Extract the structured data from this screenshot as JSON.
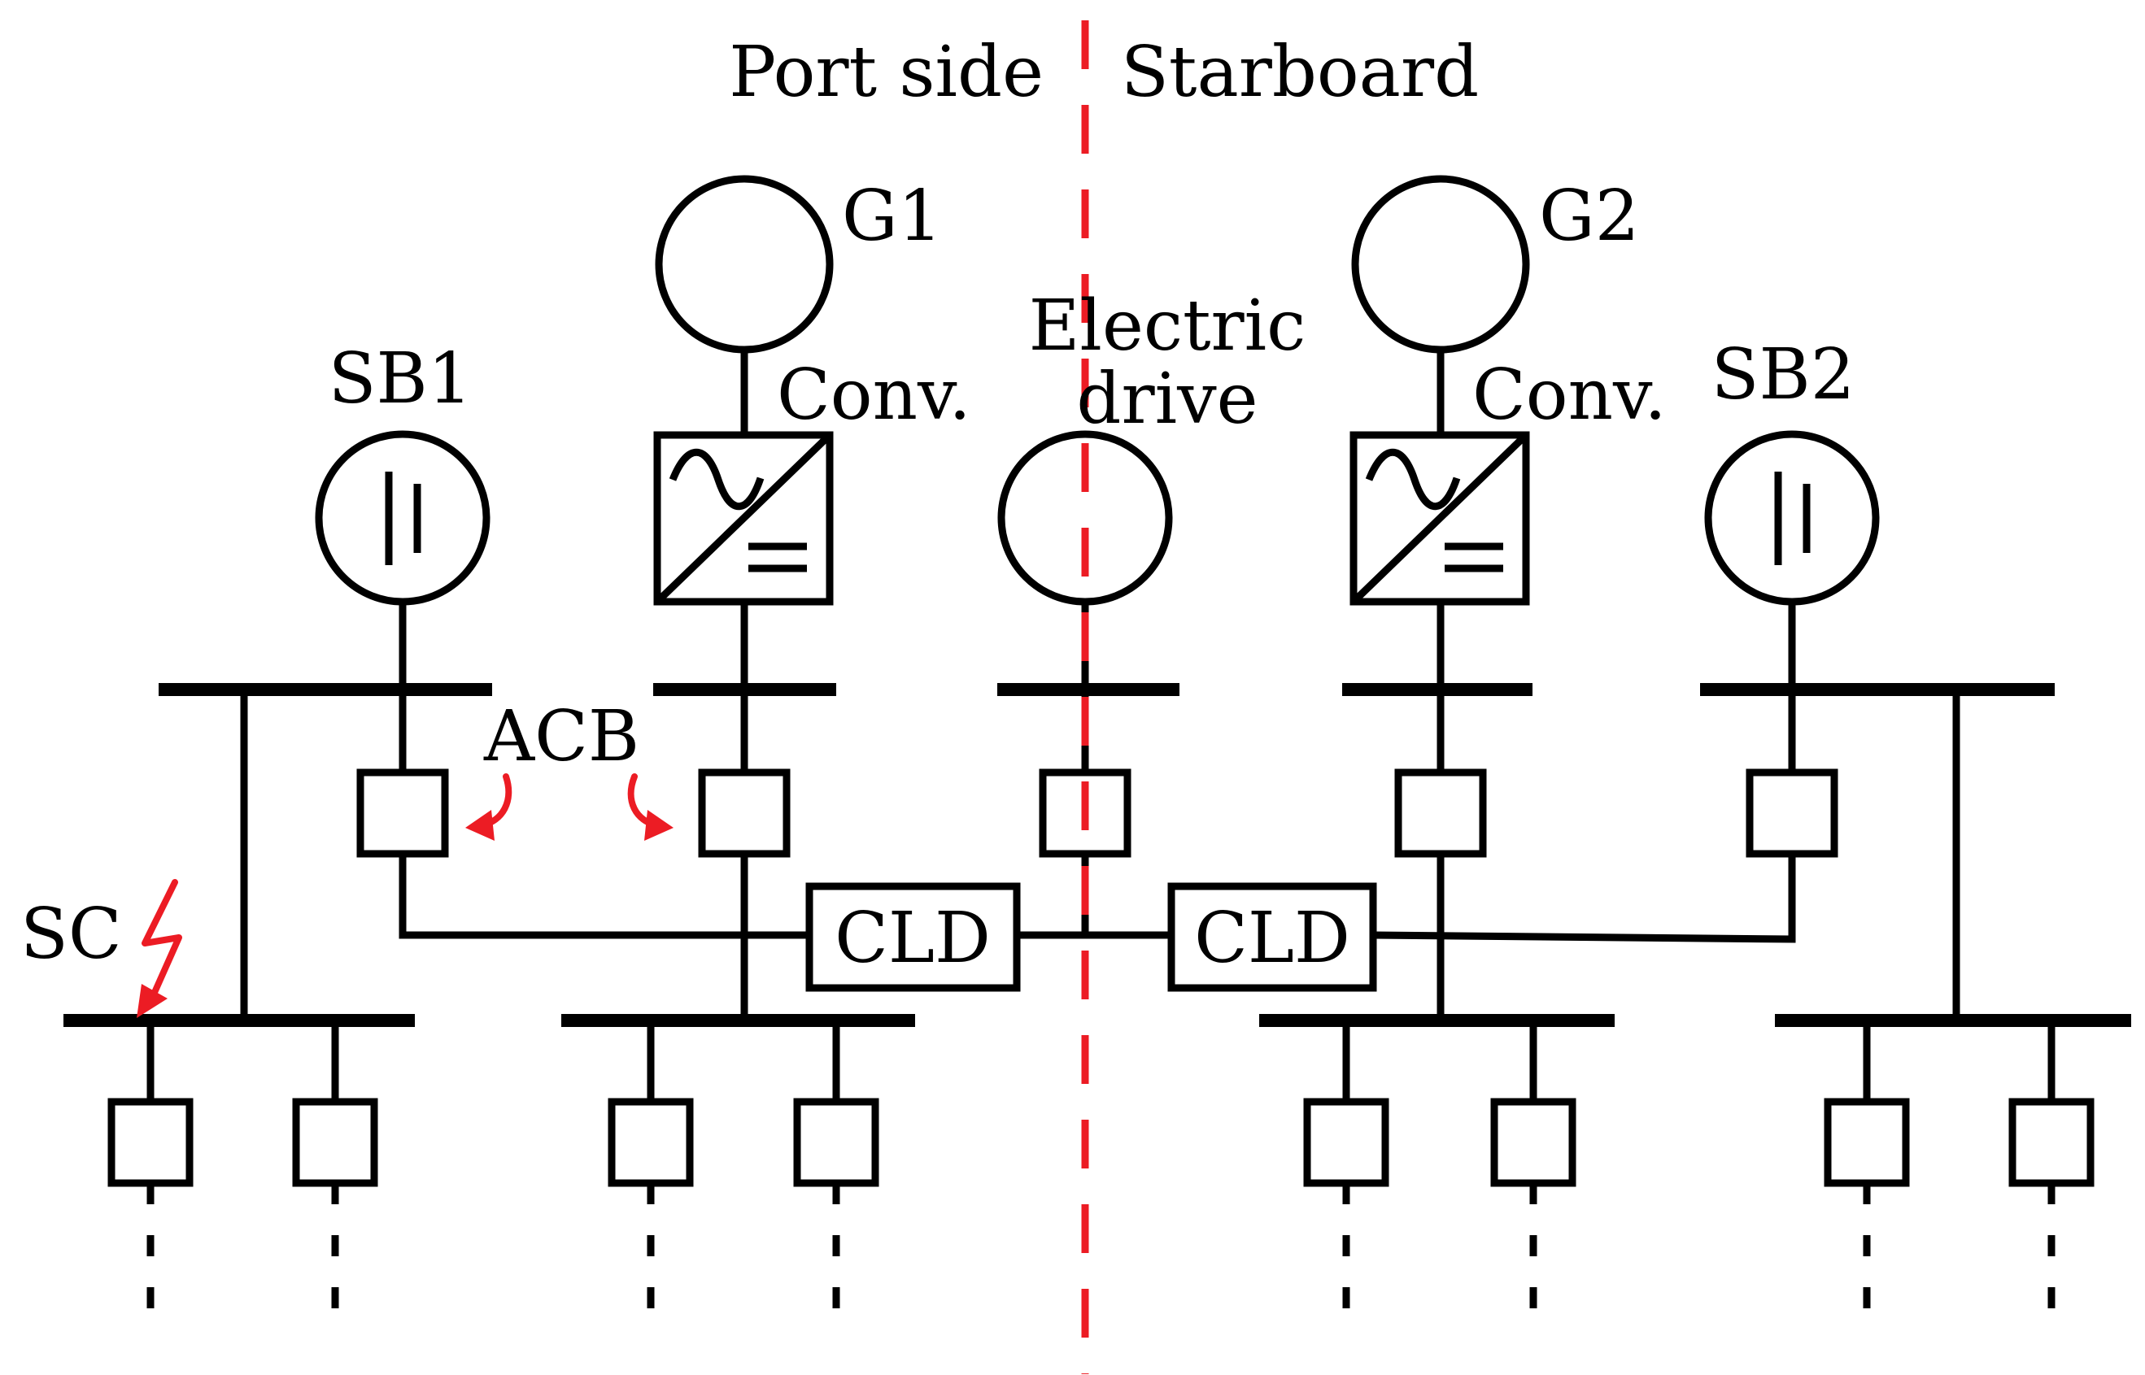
{
  "labels": {
    "port_side": "Port side",
    "starboard": "Starboard",
    "g1": "G1",
    "g2": "G2",
    "sb1": "SB1",
    "sb2": "SB2",
    "conv_left": "Conv.",
    "conv_right": "Conv.",
    "electric": "Electric",
    "drive": "drive",
    "acb": "ACB",
    "sc": "SC",
    "cld_left": "CLD",
    "cld_right": "CLD"
  },
  "colors": {
    "line": "#000000",
    "highlight": "#ec1c24",
    "background": "#ffffff"
  }
}
